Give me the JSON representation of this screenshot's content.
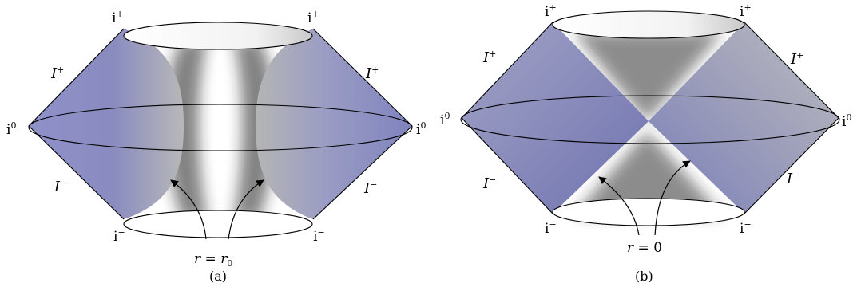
{
  "panels": [
    {
      "caption": "(a)",
      "curve_label": {
        "lhs": "r",
        "eq": " = ",
        "rhs": "r",
        "sub": "0"
      },
      "infinity_labels": {
        "i_plus": "i",
        "i_minus": "i",
        "i_zero": "i",
        "plus": "+",
        "minus": "−",
        "zero": "0"
      },
      "scri": {
        "symbol": "I",
        "plus": "+",
        "minus": "−"
      }
    },
    {
      "caption": "(b)",
      "curve_label": {
        "lhs": "r",
        "eq": " = ",
        "rhs": "0"
      },
      "infinity_labels": {
        "i_plus": "i",
        "i_minus": "i",
        "i_zero": "i",
        "plus": "+",
        "minus": "−",
        "zero": "0"
      },
      "scri": {
        "symbol": "I",
        "plus": "+",
        "minus": "−"
      }
    }
  ],
  "colors": {
    "panel_fill_blue": "#7e83b8",
    "panel_fill_gray": "#b7b7b7",
    "shadow": "#1a1a1a"
  }
}
